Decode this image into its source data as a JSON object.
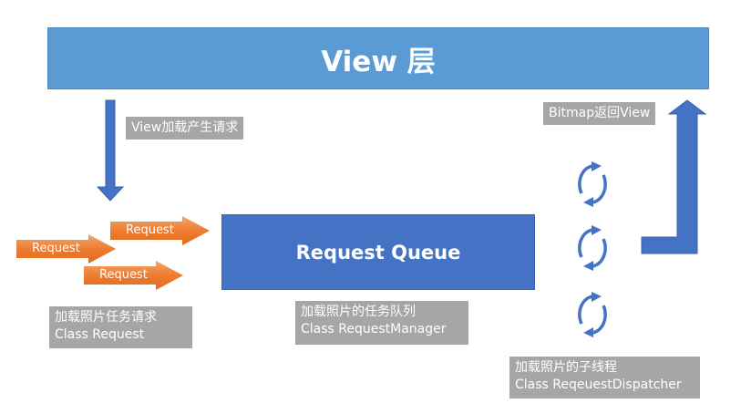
{
  "view_layer": {
    "title": "View 层"
  },
  "queue": {
    "title": "Request Queue"
  },
  "labels": {
    "view_request": "View加载产生请求",
    "bitmap_return": "Bitmap返回View",
    "task_line1": "加载照片任务请求",
    "task_line2": "Class Request",
    "queue_line1": "加载照片的任务队列",
    "queue_line2": "Class RequestManager",
    "thread_line1": "加载照片的子线程",
    "thread_line2": "Class ReqeuestDispatcher"
  },
  "requests": [
    "Request",
    "Request",
    "Request"
  ],
  "colors": {
    "view_bar": "#5b9bd5",
    "queue_box": "#4472c4",
    "arrow_blue": "#4472c4",
    "arrow_orange": "#ed7d31",
    "label_gray": "#a6a6a6"
  },
  "icons": [
    "refresh-cycle-icon",
    "refresh-cycle-icon",
    "refresh-cycle-icon"
  ]
}
